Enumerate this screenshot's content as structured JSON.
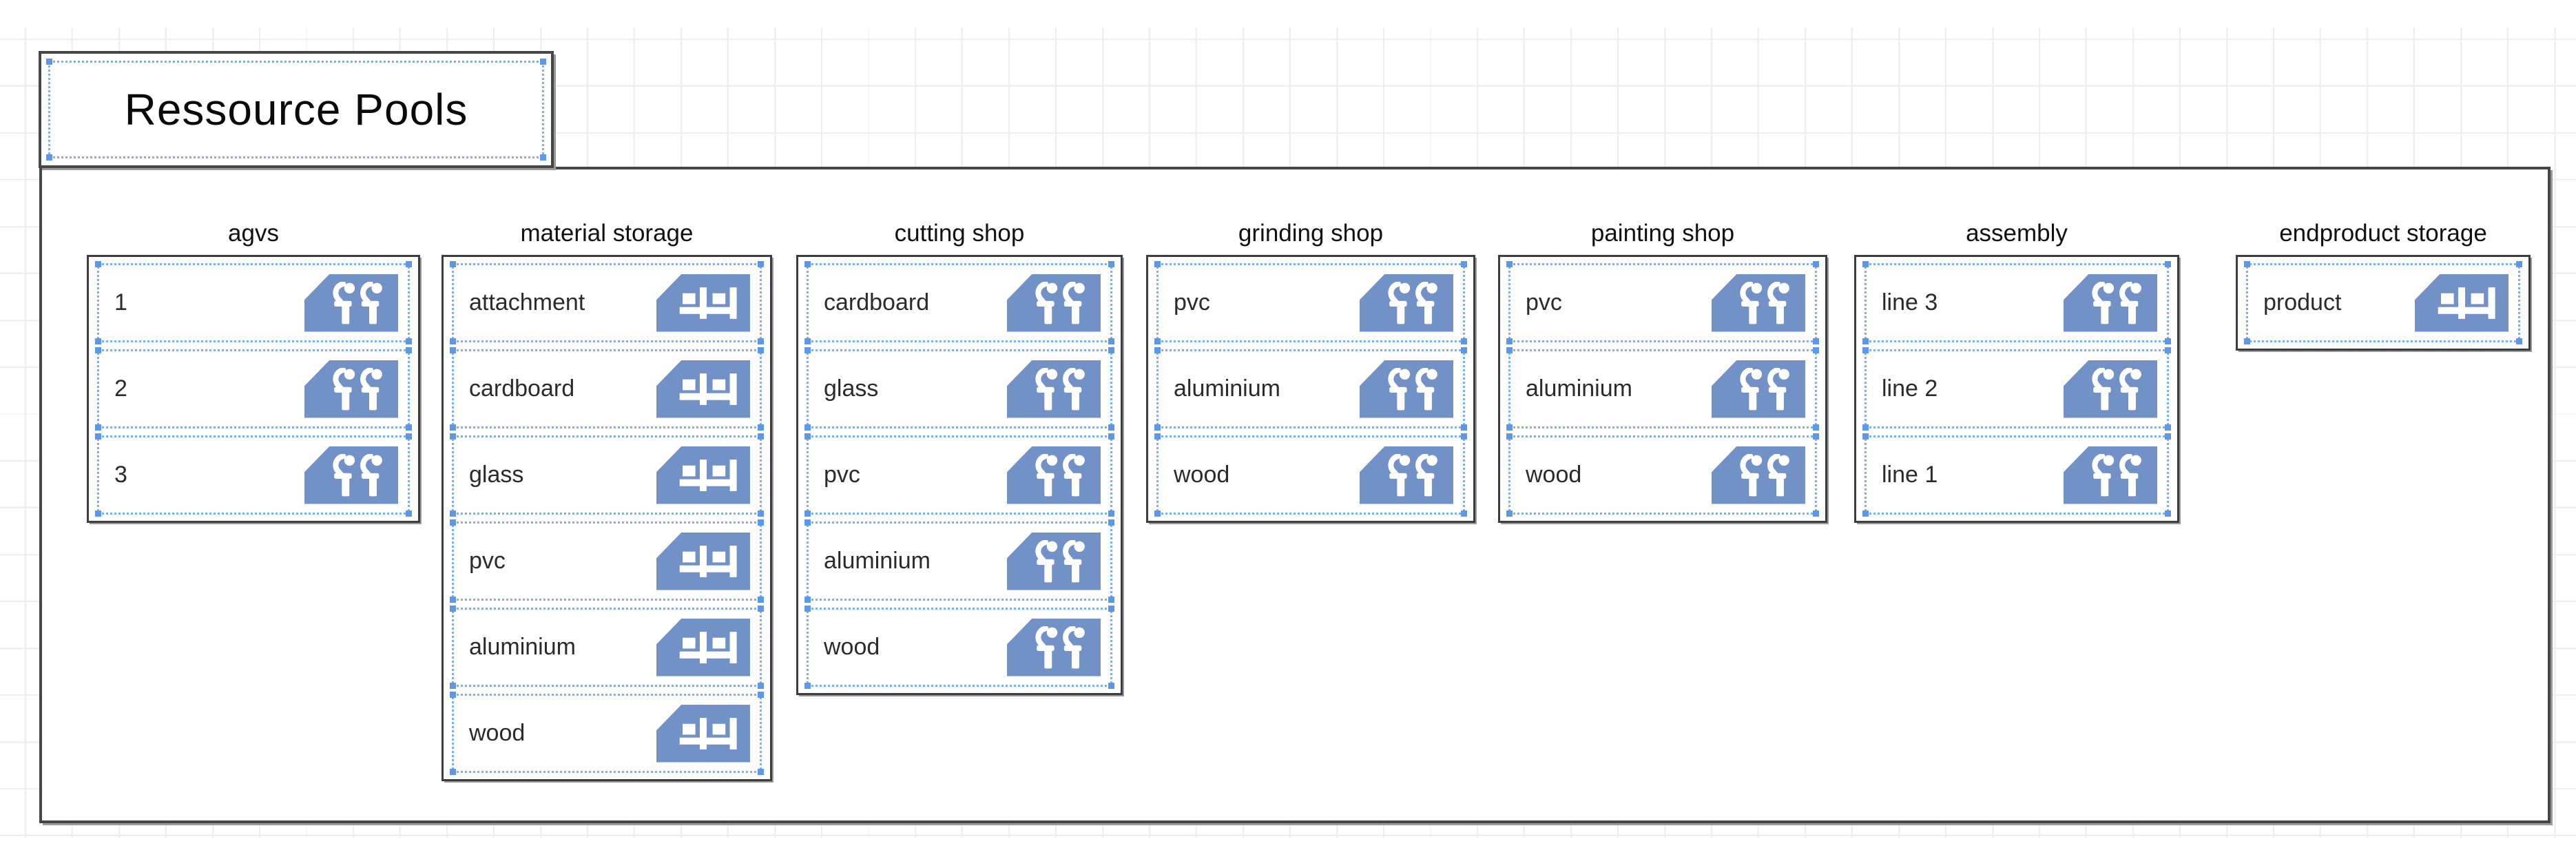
{
  "pool": {
    "title": "Ressource Pools"
  },
  "groups": [
    {
      "name": "agvs",
      "icon": "workers-icon",
      "items": [
        "1",
        "2",
        "3"
      ]
    },
    {
      "name": "material storage",
      "icon": "storage-icon",
      "items": [
        "attachment",
        "cardboard",
        "glass",
        "pvc",
        "aluminium",
        "wood"
      ]
    },
    {
      "name": "cutting shop",
      "icon": "workers-icon",
      "items": [
        "cardboard",
        "glass",
        "pvc",
        "aluminium",
        "wood"
      ]
    },
    {
      "name": "grinding shop",
      "icon": "workers-icon",
      "items": [
        "pvc",
        "aluminium",
        "wood"
      ]
    },
    {
      "name": "painting shop",
      "icon": "workers-icon",
      "items": [
        "pvc",
        "aluminium",
        "wood"
      ]
    },
    {
      "name": "assembly",
      "icon": "workers-icon",
      "items": [
        "line 3",
        "line 2",
        "line 1"
      ]
    },
    {
      "name": "endproduct storage",
      "icon": "storage-icon",
      "items": [
        "product"
      ]
    }
  ],
  "colors": {
    "icon_blue": "#7291C7",
    "selection_blue": "#7DAFEF",
    "border_dark": "#464646",
    "grid_line": "#ECECEC",
    "text": "#1A1A1A"
  }
}
